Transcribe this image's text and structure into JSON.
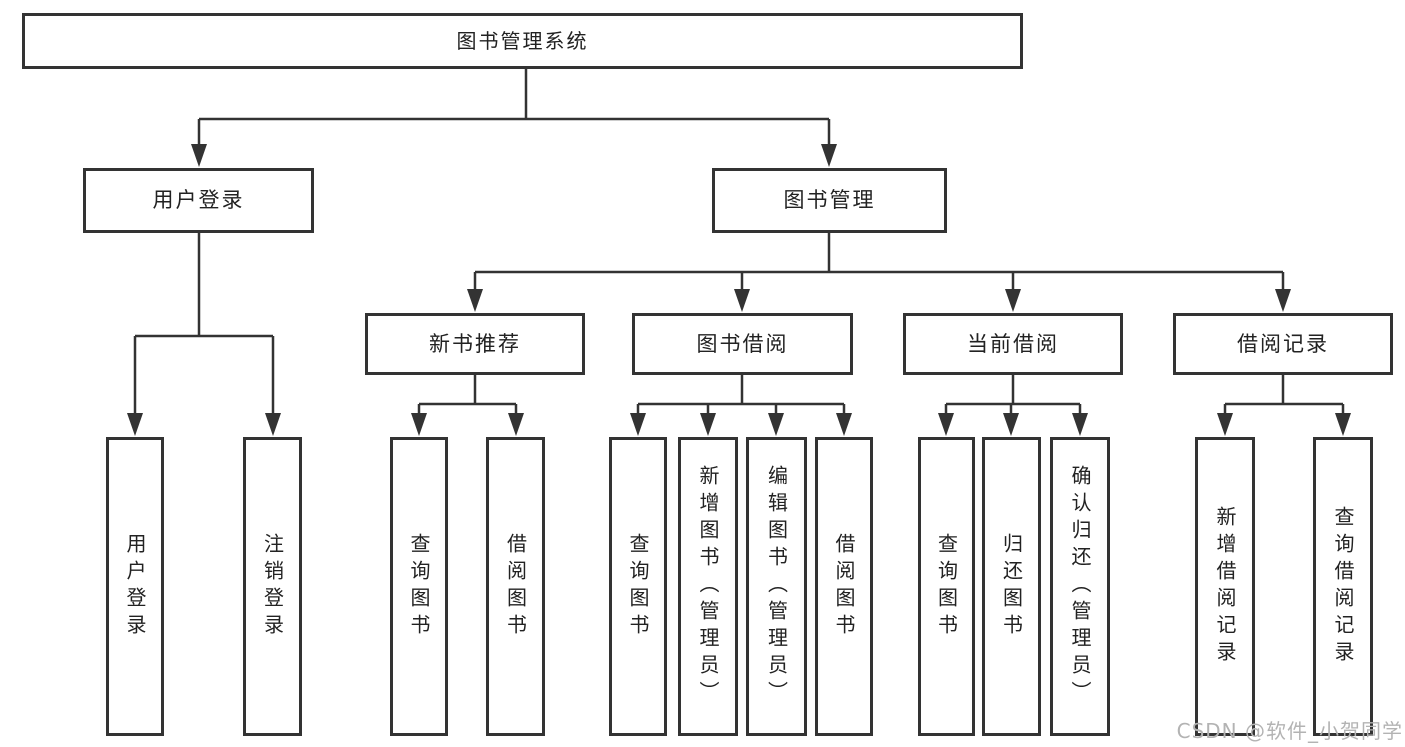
{
  "tree": {
    "label": "图书管理系统",
    "children": [
      {
        "label": "用户登录",
        "children": [
          {
            "label": "用户登录"
          },
          {
            "label": "注销登录"
          }
        ]
      },
      {
        "label": "图书管理",
        "children": [
          {
            "label": "新书推荐",
            "children": [
              {
                "label": "查询图书"
              },
              {
                "label": "借阅图书"
              }
            ]
          },
          {
            "label": "图书借阅",
            "children": [
              {
                "label": "查询图书"
              },
              {
                "label": "新增图书（管理员）"
              },
              {
                "label": "编辑图书（管理员）"
              },
              {
                "label": "借阅图书"
              }
            ]
          },
          {
            "label": "当前借阅",
            "children": [
              {
                "label": "查询图书"
              },
              {
                "label": "归还图书"
              },
              {
                "label": "确认归还（管理员）"
              }
            ]
          },
          {
            "label": "借阅记录",
            "children": [
              {
                "label": "新增借阅记录"
              },
              {
                "label": "查询借阅记录"
              }
            ]
          }
        ]
      }
    ]
  },
  "watermark": {
    "text": "CSDN @软件_小贺同学"
  },
  "colors": {
    "line": "#333333",
    "border": "#333333",
    "text": "#222222",
    "watermark": "#b3b3b3",
    "bg": "#ffffff",
    "boxbg": "#ffffff"
  }
}
